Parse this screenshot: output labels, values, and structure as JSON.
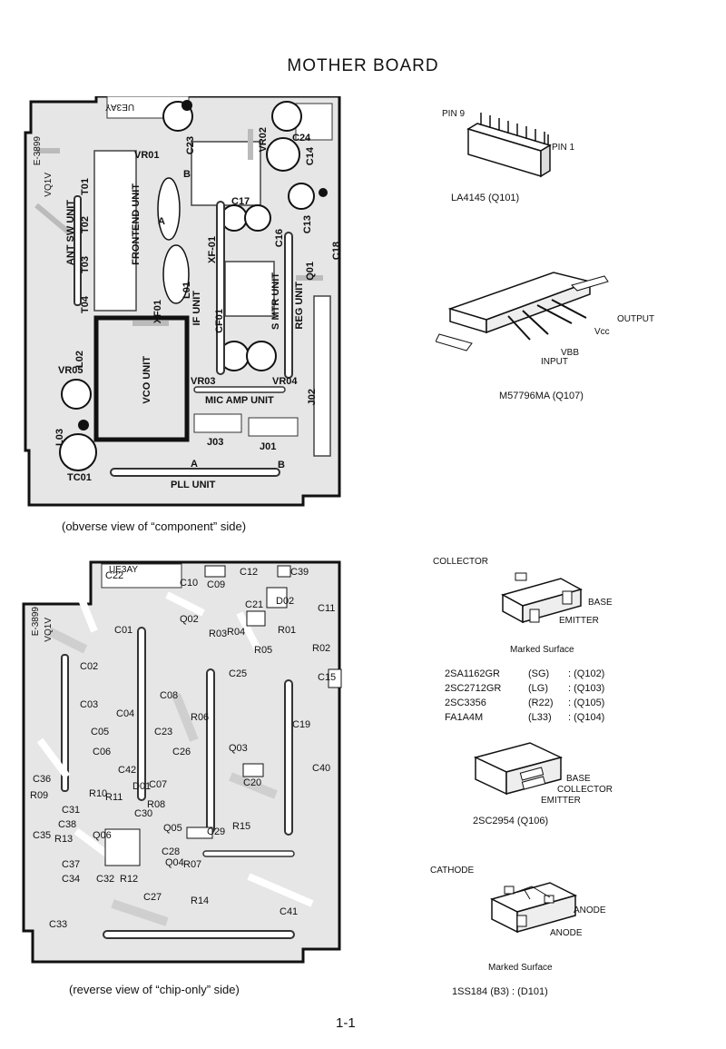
{
  "title": "MOTHER BOARD",
  "page_number": "1-1",
  "obverse": {
    "caption": "(obverse view of “component” side)",
    "labels": {
      "ant_sw_unit": "ANT SW UNIT",
      "frontend_unit": "FRONTEND UNIT",
      "if_unit": "IF UNIT",
      "s_mtr_unit": "S MTR UNIT",
      "reg_unit": "REG UNIT",
      "vco_unit": "VCO UNIT",
      "mic_amp_unit": "MIC AMP UNIT",
      "pll_unit": "PLL UNIT",
      "vr01": "VR01",
      "vr02": "VR02",
      "vr03": "VR03",
      "vr04": "VR04",
      "vr05": "VR05",
      "c13": "C13",
      "c14": "C14",
      "c16": "C16",
      "c17": "C17",
      "c18": "C18",
      "c23": "C23",
      "c24": "C24",
      "t01": "T01",
      "t02": "T02",
      "t03": "T03",
      "t04": "T04",
      "xf01": "XF01",
      "xf01b": "XF-01",
      "l01": "L01",
      "l02": "L02",
      "l03": "L03",
      "q01": "Q01",
      "cf01": "CF01",
      "j01": "J01",
      "j02": "J02",
      "j03": "J03",
      "tc01": "TC01",
      "a": "A",
      "b": "B",
      "b2": "B",
      "a2": "A",
      "code": "E-3899",
      "code2": "VQ1V",
      "mirror": "UE3AY"
    }
  },
  "reverse": {
    "caption": "(reverse view of “chip-only” side)",
    "labels": {
      "c01": "C01",
      "c02": "C02",
      "c03": "C03",
      "c04": "C04",
      "c05": "C05",
      "c06": "C06",
      "c07": "C07",
      "c08": "C08",
      "c09": "C09",
      "c10": "C10",
      "c11": "C11",
      "c12": "C12",
      "c15": "C15",
      "c19": "C19",
      "c20": "C20",
      "c21": "C21",
      "c22": "C22",
      "c25": "C25",
      "c26": "C26",
      "c27": "C27",
      "c28": "C28",
      "c29": "C29",
      "c30": "C30",
      "c31": "C31",
      "c32": "C32",
      "c33": "C33",
      "c34": "C34",
      "c35": "C35",
      "c36": "C36",
      "c37": "C37",
      "c38": "C38",
      "c39": "C39",
      "c40": "C40",
      "c41": "C41",
      "c42": "C42",
      "c23": "C23",
      "r01": "R01",
      "r02": "R02",
      "r03": "R03",
      "r04": "R04",
      "r05": "R05",
      "r06": "R06",
      "r07": "R07",
      "r08": "R08",
      "r09": "R09",
      "r10": "R10",
      "r11": "R11",
      "r12": "R12",
      "r13": "R13",
      "r14": "R14",
      "r15": "R15",
      "q02": "Q02",
      "q03": "Q03",
      "q04": "Q04",
      "q05": "Q05",
      "q06": "Q06",
      "d01": "D01",
      "d02": "D02",
      "code": "E-3899",
      "code2": "VQ1V",
      "mirror": "UE3AY"
    }
  },
  "components": {
    "la4145": {
      "pin9": "PIN 9",
      "pin1": "PIN 1",
      "name": "LA4145 (Q101)"
    },
    "m57796ma": {
      "output": "OUTPUT",
      "vcc": "Vcc",
      "vbb": "VBB",
      "input": "INPUT",
      "name": "M57796MA (Q107)"
    },
    "transistor": {
      "collector": "COLLECTOR",
      "base": "BASE",
      "emitter": "EMITTER",
      "marked": "Marked Surface",
      "rows": [
        {
          "part": "2SA1162GR",
          "mark": "(SG)",
          "ref": ": (Q102)"
        },
        {
          "part": "2SC2712GR",
          "mark": "(LG)",
          "ref": ": (Q103)"
        },
        {
          "part": "2SC3356",
          "mark": "(R22)",
          "ref": ": (Q105)"
        },
        {
          "part": "FA1A4M",
          "mark": "(L33)",
          "ref": ": (Q104)"
        }
      ]
    },
    "c2954": {
      "base": "BASE",
      "collector": "COLLECTOR",
      "emitter": "EMITTER",
      "name": "2SC2954 (Q106)"
    },
    "diode": {
      "cathode": "CATHODE",
      "anode1": "ANODE",
      "anode2": "ANODE",
      "marked": "Marked Surface",
      "name": "1SS184 (B3) : (D101)"
    }
  }
}
